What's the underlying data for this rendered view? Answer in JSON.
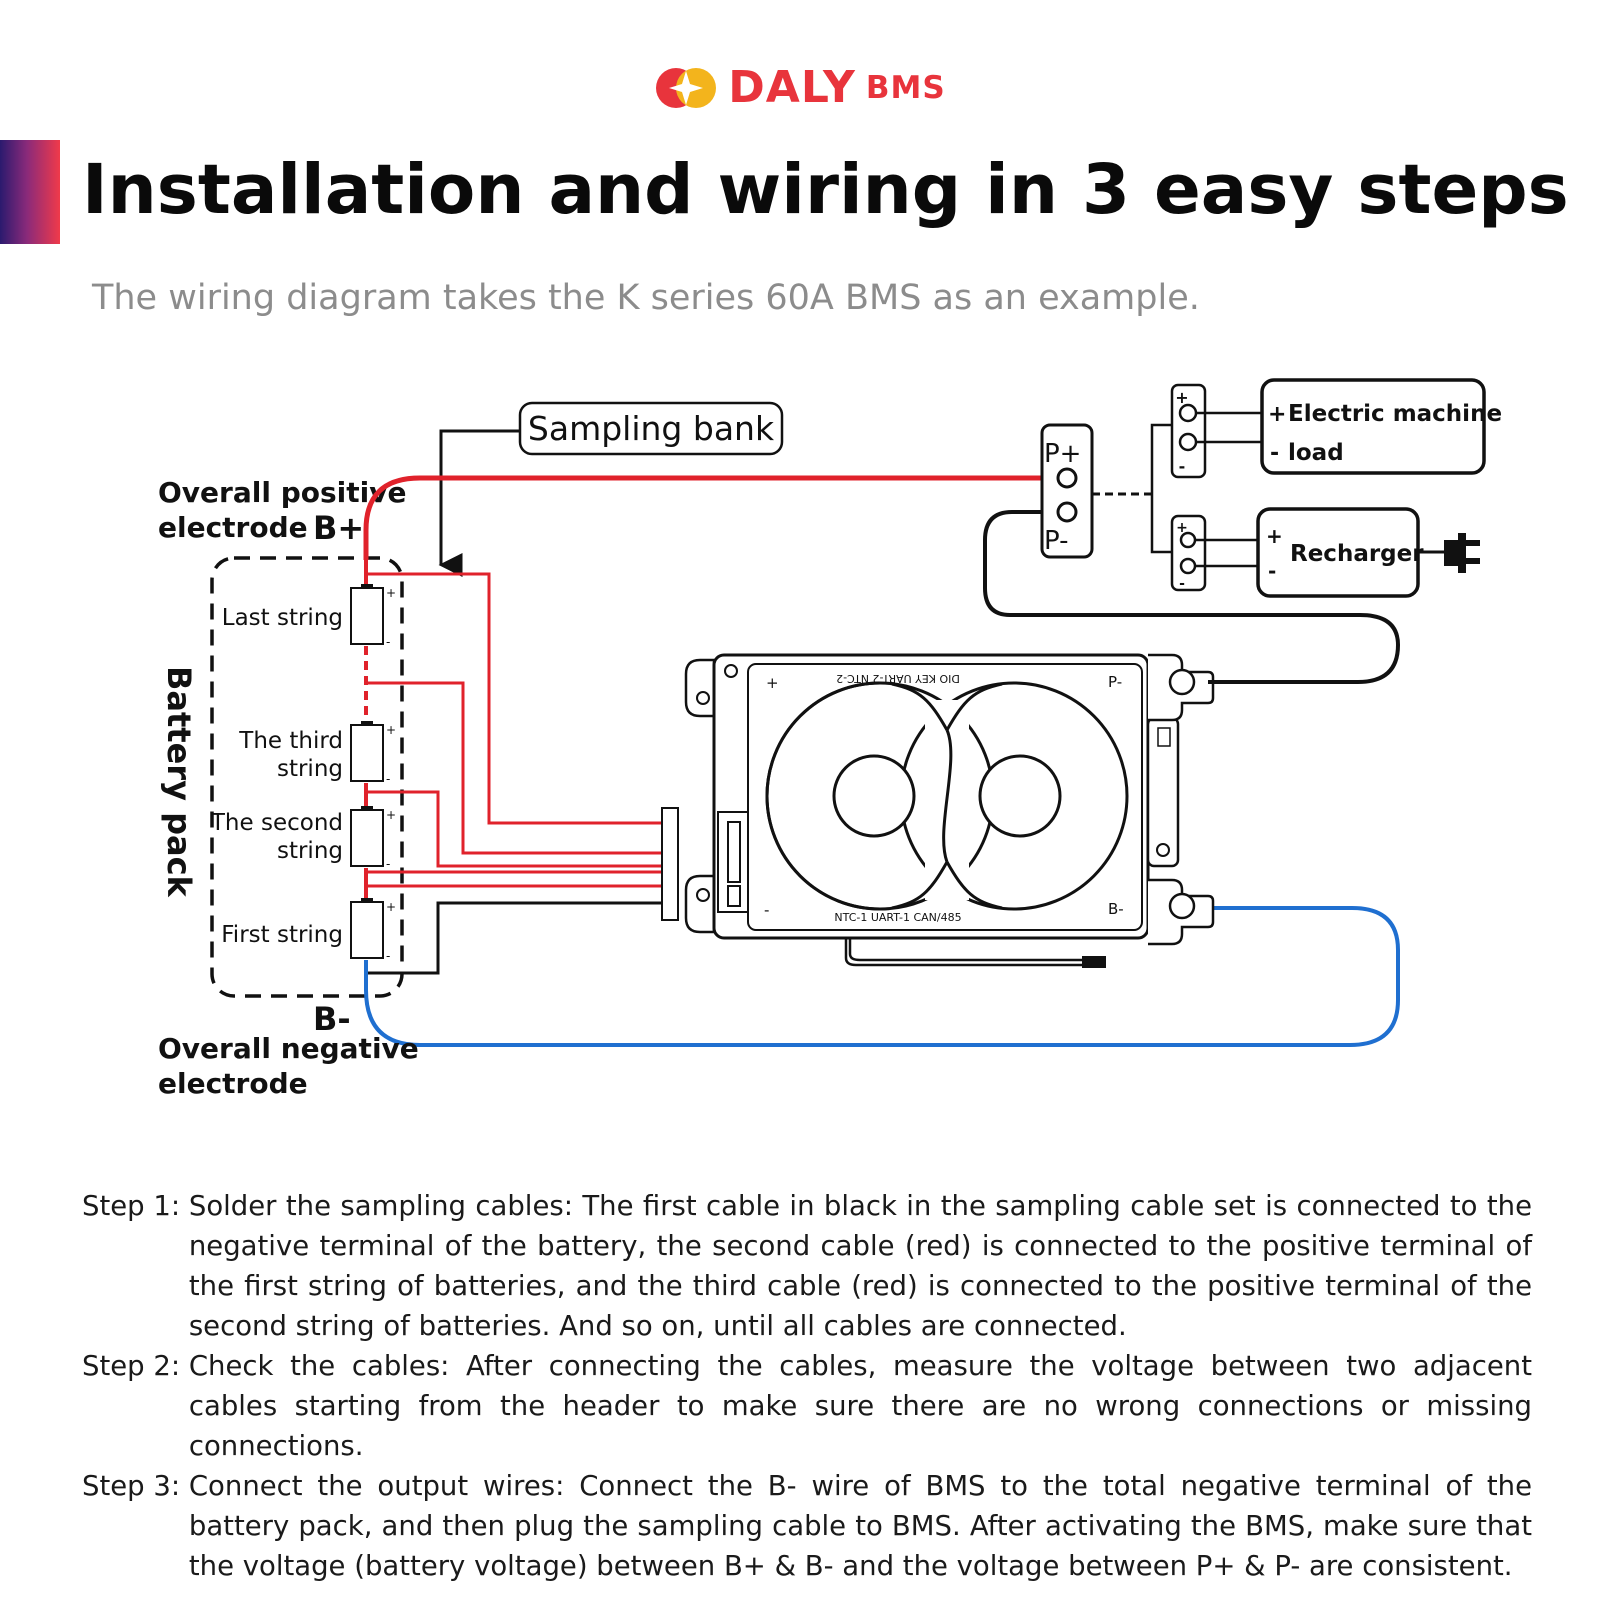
{
  "brand": {
    "name": "DALY",
    "sub": "BMS",
    "color": "#e8343c",
    "logo_icon": "daly-logo-icon"
  },
  "header": {
    "title": "Installation and wiring in 3 easy steps",
    "subtitle": "The wiring diagram takes the K series 60A BMS as an example."
  },
  "diagram": {
    "sampling_bank": "Sampling bank",
    "overall_positive_1": "Overall positive",
    "overall_positive_2": "electrode",
    "b_plus": "B+",
    "b_minus": "B-",
    "overall_negative_1": "Overall negative",
    "overall_negative_2": "electrode",
    "battery_pack": "Battery pack",
    "last_string": "Last string",
    "third_string_1": "The third",
    "third_string_2": "string",
    "second_string_1": "The second",
    "second_string_2": "string",
    "first_string": "First string",
    "p_plus": "P+",
    "p_minus": "P-",
    "bms_plus": "+",
    "bms_minus": "-",
    "bms_p_minus": "P-",
    "bms_b_minus": "B-",
    "bms_top_ports": "DIO KEY UART-2 NTC-2",
    "bms_bottom_ports": "NTC-1 UART-1 CAN/485",
    "load_1": "Electric machine",
    "load_2": "load",
    "recharger": "Recharger",
    "plus_sign": "+",
    "minus_sign": "-",
    "colors": {
      "positive": "#e0222b",
      "negative": "#1f6fd0",
      "wire": "#111111"
    }
  },
  "steps": [
    {
      "label": "Step 1: ",
      "text": "Solder the sampling cables: The first cable in black in the sampling cable set is connected to the negative terminal of the battery, the second cable (red) is connected to the positive terminal of the first string of batteries, and the third cable (red) is connected to the positive terminal of the second string of batteries. And so on, until all cables are connected."
    },
    {
      "label": "Step 2: ",
      "text": "Check the cables: After connecting the cables, measure the voltage between two adjacent cables starting from the header to make sure there are no wrong connections or missing connections."
    },
    {
      "label": "Step 3: ",
      "text": "Connect the output wires: Connect the B- wire of BMS to the total negative terminal of the battery pack, and then plug the sampling cable to BMS. After activating the BMS, make sure that the voltage (battery voltage) between B+ & B- and the voltage between P+ & P- are consistent."
    }
  ]
}
